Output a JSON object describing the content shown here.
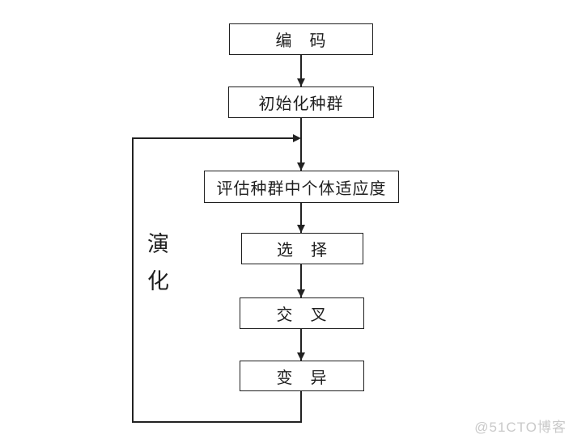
{
  "diagram": {
    "type": "flowchart",
    "nodes": [
      {
        "id": "encode",
        "label": "编　码"
      },
      {
        "id": "init-population",
        "label": "初始化种群"
      },
      {
        "id": "evaluate-fitness",
        "label": "评估种群中个体适应度"
      },
      {
        "id": "selection",
        "label": "选　择"
      },
      {
        "id": "crossover",
        "label": "交　叉"
      },
      {
        "id": "mutation",
        "label": "变　异"
      }
    ],
    "edges": [
      {
        "from": "encode",
        "to": "init-population"
      },
      {
        "from": "init-population",
        "to": "evaluate-fitness"
      },
      {
        "from": "evaluate-fitness",
        "to": "selection"
      },
      {
        "from": "selection",
        "to": "crossover"
      },
      {
        "from": "crossover",
        "to": "mutation"
      },
      {
        "from": "mutation",
        "to": "evaluate-fitness",
        "kind": "feedback-loop"
      }
    ],
    "loop_label": {
      "line1": "演",
      "line2": "化"
    },
    "colors": {
      "line": "#222222",
      "box_border": "#1f1f1f",
      "text": "#1f1f1f",
      "background": "#ffffff",
      "watermark": "#c9c9c9"
    }
  },
  "watermark": {
    "text": "@51CTO博客"
  }
}
